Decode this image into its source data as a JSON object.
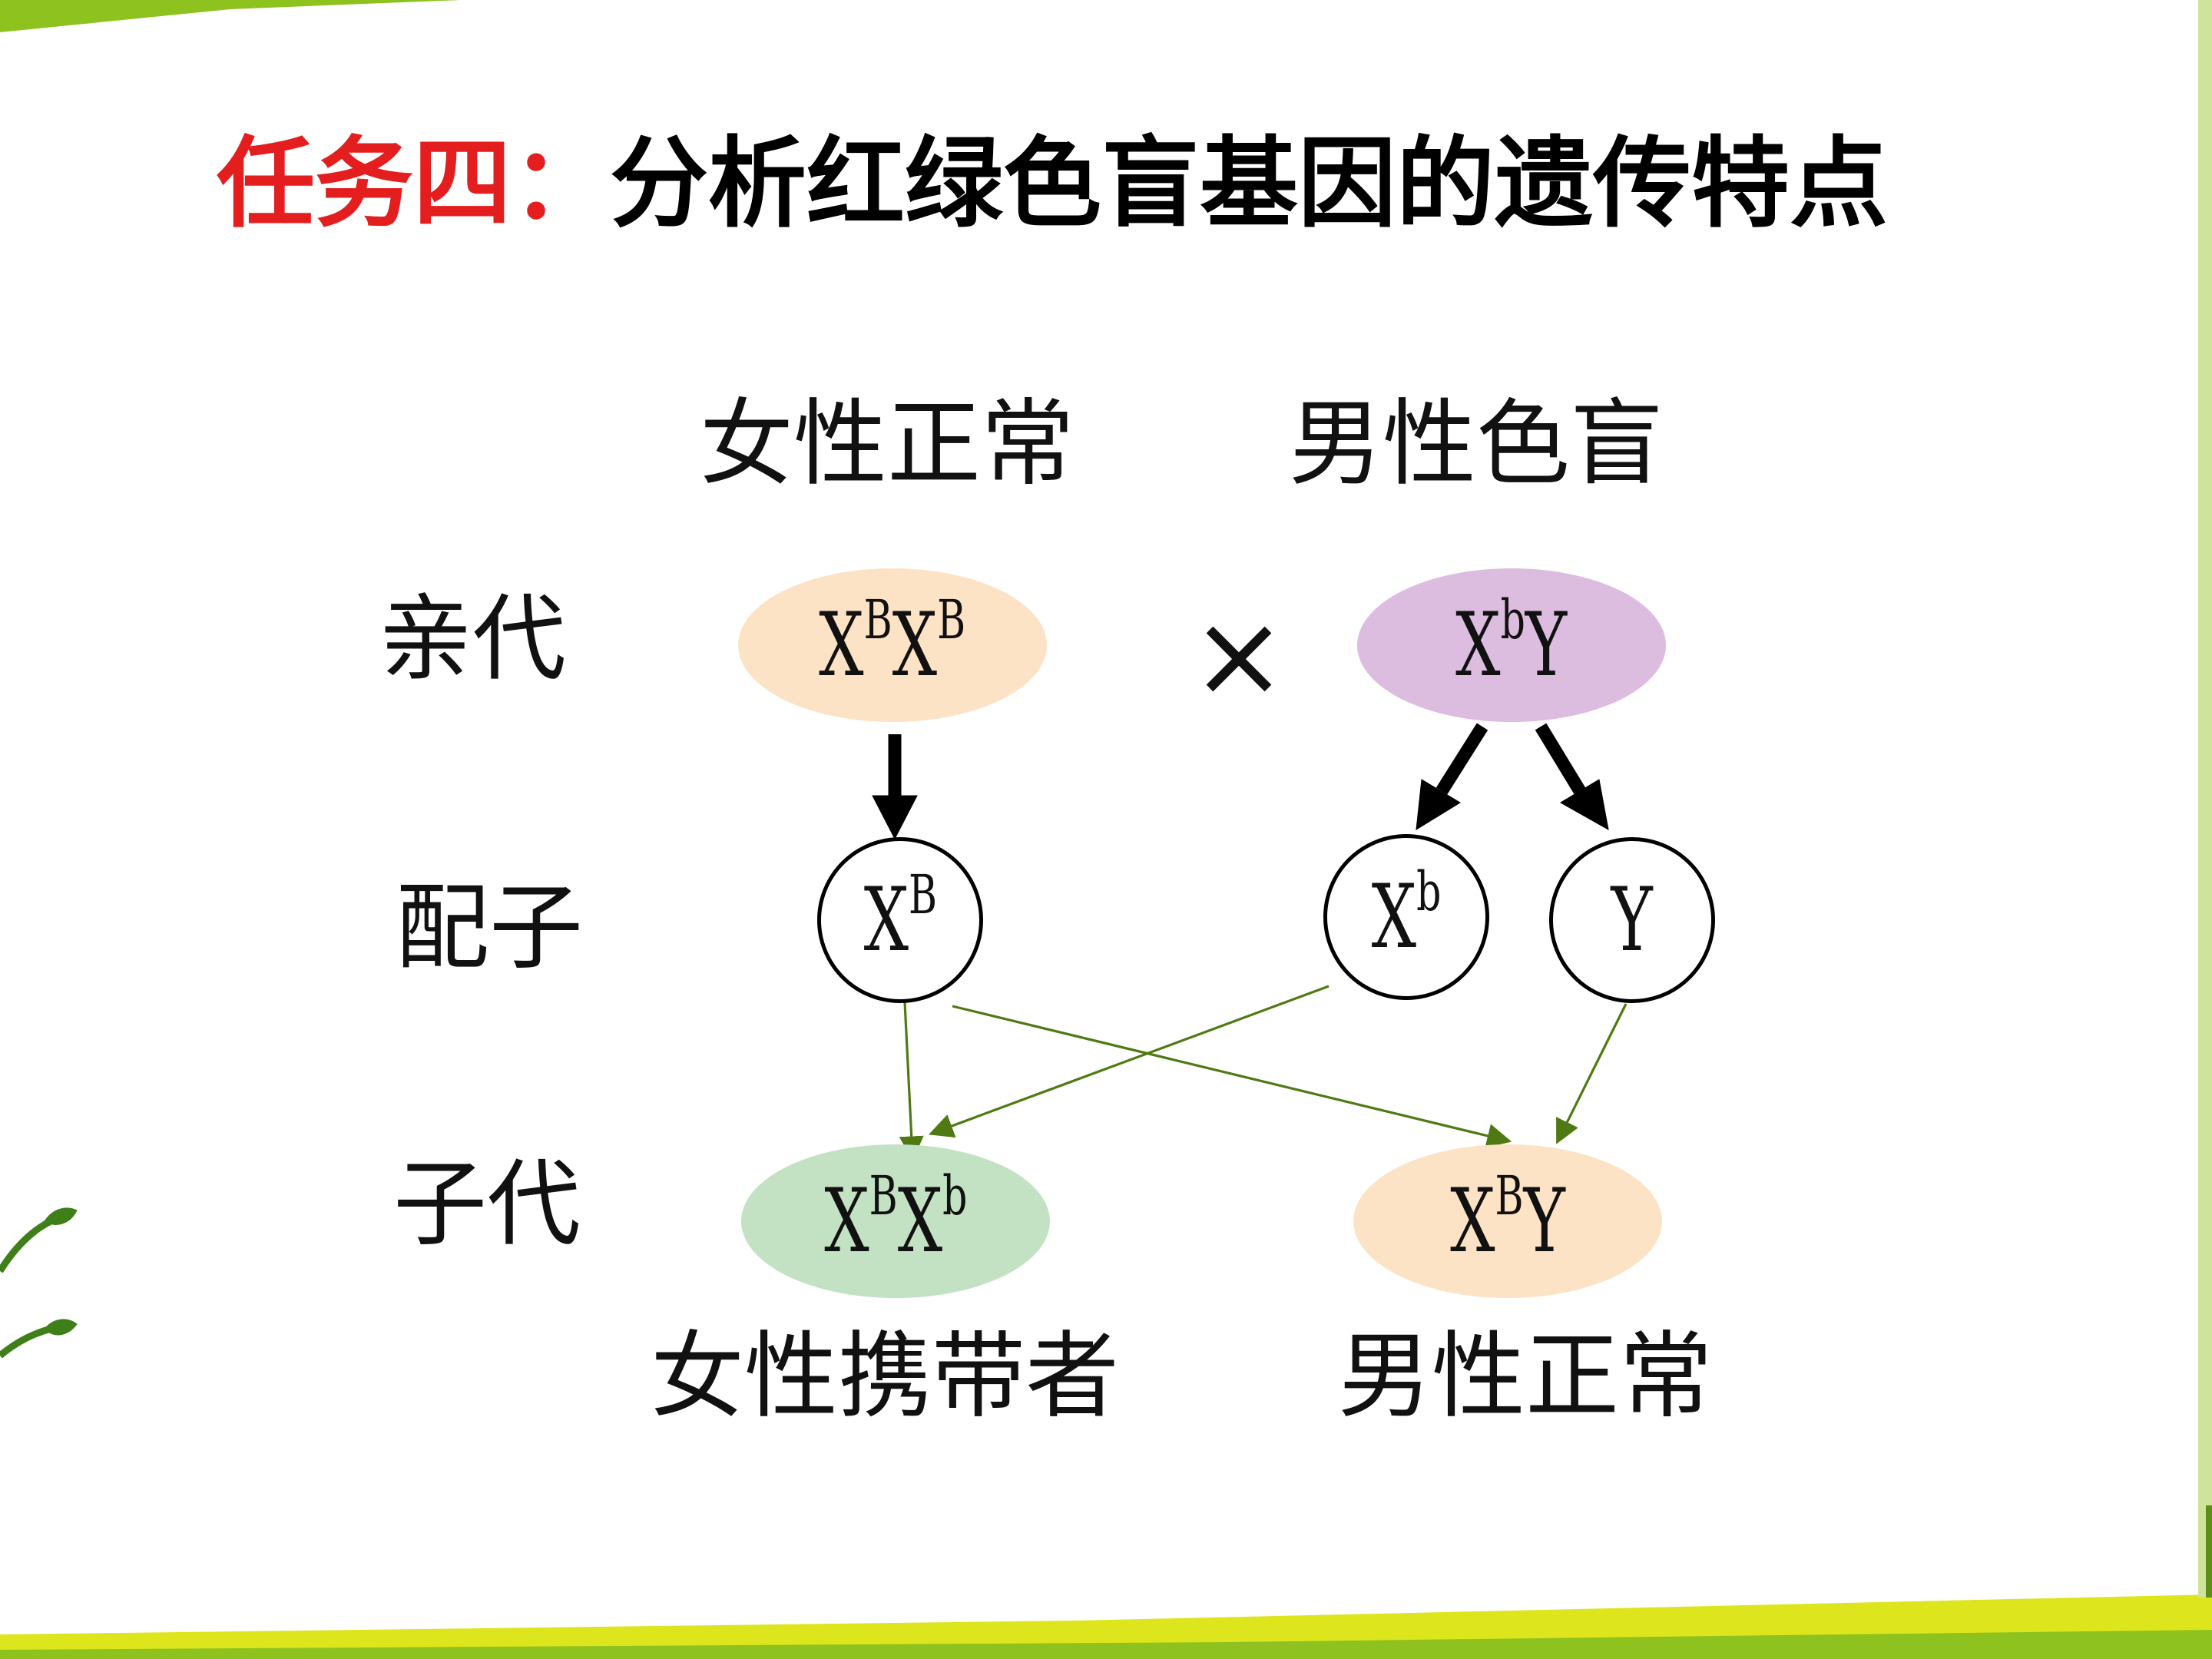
{
  "title": {
    "part_red": "任务四：",
    "part_black": "分析红绿色盲基因的遗传特点"
  },
  "colors": {
    "title_red": "#e41e1e",
    "female_parent_fill": "#fde3c5",
    "male_parent_fill": "#dcbcdf",
    "carrier_daughter_fill": "#c3e1c3",
    "normal_son_fill": "#fde3c5",
    "offspring_arrow": "#4f7a13",
    "accent_green": "#8ec21f",
    "accent_yellow": "#dde51c"
  },
  "rows": {
    "parents": "亲代",
    "gametes": "配子",
    "offspring": "子代"
  },
  "phenotypes": {
    "female_parent": "女性正常",
    "male_parent": "男性色盲",
    "daughter": "女性携带者",
    "son": "男性正常"
  },
  "cross_symbol": "×",
  "genotypes": {
    "female_parent": {
      "a": "X",
      "a_sup": "B",
      "b": "X",
      "b_sup": "B"
    },
    "male_parent": {
      "a": "X",
      "a_sup": "b",
      "b": "Y"
    },
    "gamete_female": {
      "a": "X",
      "a_sup": "B"
    },
    "gamete_male_x": {
      "a": "X",
      "a_sup": "b"
    },
    "gamete_male_y": {
      "a": "Y"
    },
    "daughter": {
      "a": "X",
      "a_sup": "B",
      "b": "X",
      "b_sup": "b"
    },
    "son": {
      "a": "X",
      "a_sup": "B",
      "b": "Y"
    }
  },
  "decorations": {
    "leaf_icon": "leaf-sprout-icon"
  }
}
